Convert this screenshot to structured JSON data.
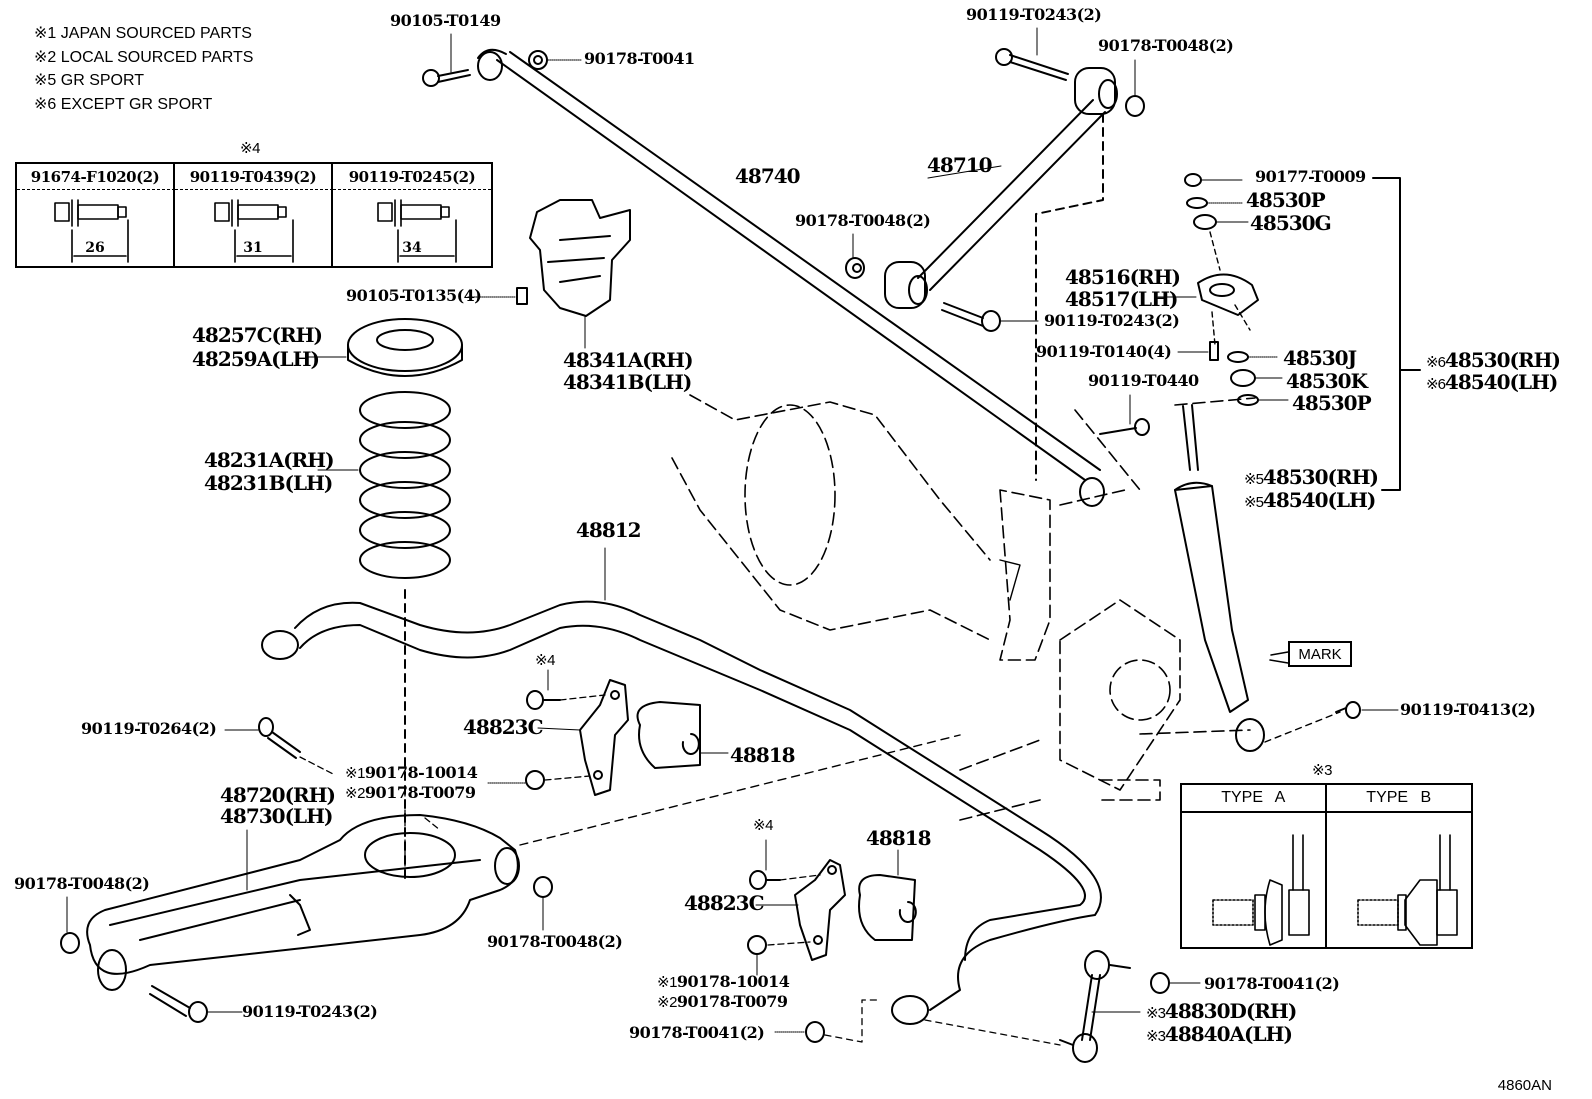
{
  "legend": [
    {
      "mark": "※1",
      "text": "JAPAN SOURCED PARTS"
    },
    {
      "mark": "※2",
      "text": "LOCAL SOURCED PARTS"
    },
    {
      "mark": "※5",
      "text": "GR SPORT"
    },
    {
      "mark": "※6",
      "text": "EXCEPT GR SPORT"
    }
  ],
  "bolt_table": {
    "note": "※4",
    "columns": [
      {
        "part": "91674-F1020(2)",
        "length": "26"
      },
      {
        "part": "90119-T0439(2)",
        "length": "31"
      },
      {
        "part": "90119-T0245(2)",
        "length": "34"
      }
    ]
  },
  "link_type_table": {
    "note": "※3",
    "columns": [
      {
        "label": "TYPE A"
      },
      {
        "label": "TYPE B"
      }
    ]
  },
  "mark_label": "MARK",
  "diagram_code": "4860AN",
  "callouts": {
    "p90105_T0149": "90105-T0149",
    "p90178_T0041_top": "90178-T0041",
    "p90119_T0243_top": "90119-T0243(2)",
    "p90178_T0048_top": "90178-T0048(2)",
    "p48710": "48710",
    "p48740": "48740",
    "p90178_T0048_mid": "90178-T0048(2)",
    "p90105_T0135": "90105-T0135(4)",
    "p48257C": "48257C(RH)",
    "p48259A": "48259A(LH)",
    "p48341A": "48341A(RH)",
    "p48341B": "48341B(LH)",
    "p90177_T0009": "90177-T0009",
    "p48530P_top": "48530P",
    "p48530G": "48530G",
    "p48516": "48516(RH)",
    "p48517": "48517(LH)",
    "p90119_T0243_mid": "90119-T0243(2)",
    "p90119_T0140": "90119-T0140(4)",
    "p48530J": "48530J",
    "p48530K": "48530K",
    "p48530P_bot": "48530P",
    "p90119_T0440": "90119-T0440",
    "p6_48530": {
      "mark": "※6",
      "text": "48530(RH)"
    },
    "p6_48540": {
      "mark": "※6",
      "text": "48540(LH)"
    },
    "p5_48530": {
      "mark": "※5",
      "text": "48530(RH)"
    },
    "p5_48540": {
      "mark": "※5",
      "text": "48540(LH)"
    },
    "p48231A": "48231A(RH)",
    "p48231B": "48231B(LH)",
    "p48812": "48812",
    "note4_a": "※4",
    "p48823C_a": "48823C",
    "p48818_a": "48818",
    "p90119_T0264": "90119-T0264(2)",
    "p1_90178_10014_a": {
      "mark": "※1",
      "text": "90178-10014"
    },
    "p2_90178_T0079_a": {
      "mark": "※2",
      "text": "90178-T0079"
    },
    "p48720": "48720(RH)",
    "p48730": "48730(LH)",
    "p90178_T0048_left": "90178-T0048(2)",
    "p90178_T0048_right": "90178-T0048(2)",
    "p90119_T0243_bot": "90119-T0243(2)",
    "note4_b": "※4",
    "p48823C_b": "48823C",
    "p48818_b": "48818",
    "p1_90178_10014_b": {
      "mark": "※1",
      "text": "90178-10014"
    },
    "p2_90178_T0079_b": {
      "mark": "※2",
      "text": "90178-T0079"
    },
    "p90178_T0041_bot": "90178-T0041(2)",
    "p90119_T0413": "90119-T0413(2)",
    "p90178_T0041_right": "90178-T0041(2)",
    "p3_48830D": {
      "mark": "※3",
      "text": "48830D(RH)"
    },
    "p3_48840A": {
      "mark": "※3",
      "text": "48840A(LH)"
    }
  }
}
